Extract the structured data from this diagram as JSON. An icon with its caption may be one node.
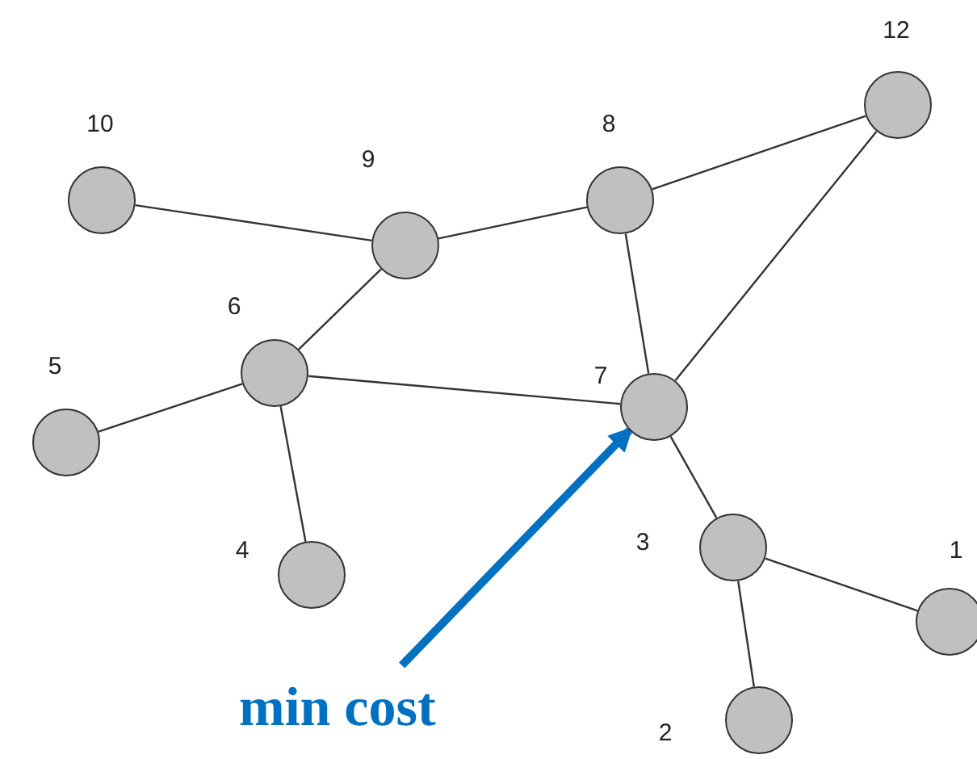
{
  "diagram": {
    "nodes": [
      {
        "text": [],
        "shape": "circle",
        "beside": [
          "12"
        ]
      },
      {
        "text": [],
        "shape": "circle",
        "beside": [
          "10"
        ]
      },
      {
        "text": [],
        "shape": "circle",
        "beside": [
          "8"
        ]
      },
      {
        "text": [],
        "shape": "circle",
        "beside": [
          "9"
        ]
      },
      {
        "text": [],
        "shape": "circle",
        "beside": [
          "6"
        ]
      },
      {
        "text": [],
        "shape": "circle",
        "beside": [
          "5"
        ]
      },
      {
        "text": [],
        "shape": "circle",
        "beside": [
          "7"
        ]
      },
      {
        "text": [],
        "shape": "circle",
        "beside": [
          "3"
        ]
      },
      {
        "text": [],
        "shape": "circle",
        "beside": [
          "4"
        ]
      },
      {
        "text": [],
        "shape": "circle",
        "beside": [
          "1"
        ]
      },
      {
        "text": [],
        "shape": "circle",
        "beside": [
          "2"
        ]
      },
      {
        "text": [
          "min cost"
        ]
      }
    ],
    "edges": [
      {
        "from": 1,
        "to": 3,
        "arrow": "none"
      },
      {
        "from": 3,
        "to": 2,
        "arrow": "none"
      },
      {
        "from": 2,
        "to": 0,
        "arrow": "none"
      },
      {
        "from": 2,
        "to": 6,
        "arrow": "none"
      },
      {
        "from": 0,
        "to": 6,
        "arrow": "none"
      },
      {
        "from": 3,
        "to": 4,
        "arrow": "none"
      },
      {
        "from": 4,
        "to": 5,
        "arrow": "none"
      },
      {
        "from": 4,
        "to": 8,
        "arrow": "none"
      },
      {
        "from": 4,
        "to": 6,
        "arrow": "none"
      },
      {
        "from": 6,
        "to": 7,
        "arrow": "none"
      },
      {
        "from": 7,
        "to": 9,
        "arrow": "none"
      },
      {
        "from": 7,
        "to": 10,
        "arrow": "none"
      },
      {
        "from": 11,
        "to": 6,
        "arrow": "to",
        "style": "thick",
        "color": "#0070c0"
      }
    ]
  }
}
